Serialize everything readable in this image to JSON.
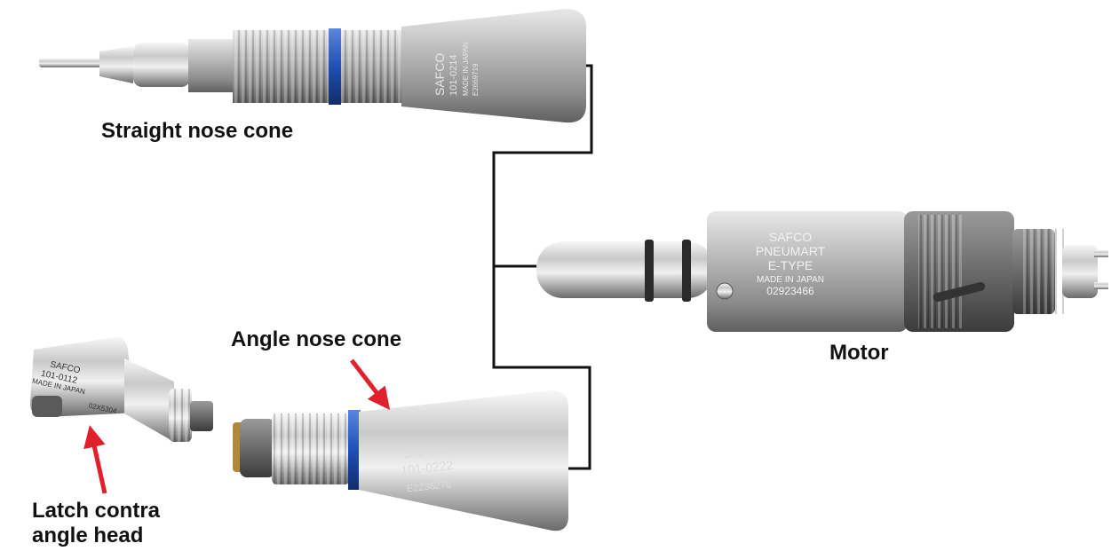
{
  "labels": {
    "straight": "Straight nose cone",
    "motor": "Motor",
    "angle": "Angle nose cone",
    "latch_line1": "Latch contra",
    "latch_line2": "angle head"
  },
  "engravings": {
    "straight": [
      "SAFCO",
      "101-0214",
      "MADE IN JAPAN",
      "E2669719"
    ],
    "motor": [
      "SAFCO",
      "PNEUMART",
      "E-TYPE",
      "MADE IN JAPAN",
      "02923466"
    ],
    "angle": [
      "SAFCO",
      "101-0222",
      "E2236276"
    ],
    "latch": [
      "SAFCO",
      "101-0112",
      "MADE IN JAPAN",
      "02X5304"
    ]
  },
  "colors": {
    "connector": "#111111",
    "arrow": "#e0202a",
    "band": "#1f4fb8"
  }
}
